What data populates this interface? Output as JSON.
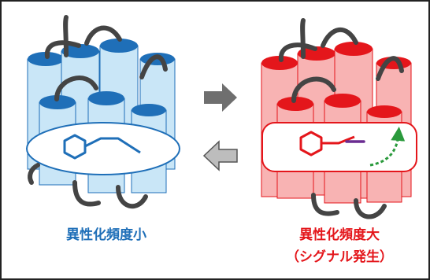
{
  "labels": {
    "left": "異性化頻度小",
    "right_line1": "異性化頻度大",
    "right_line2": "（シグナル発生）"
  },
  "colors": {
    "blue_fill": "#c9e6f7",
    "blue_cap": "#1f6fb8",
    "blue_text": "#1f6fb8",
    "red_fill": "#f8b3b3",
    "red_cap": "#e4161b",
    "red_text": "#e4161b",
    "loop": "#444444",
    "arrow_gray": "#6f6f6f",
    "green": "#2a9a3c",
    "purple": "#6a2c91"
  },
  "icons": [
    "forward-arrow-icon",
    "reverse-arrow-icon",
    "curved-dashed-arrow-icon"
  ]
}
